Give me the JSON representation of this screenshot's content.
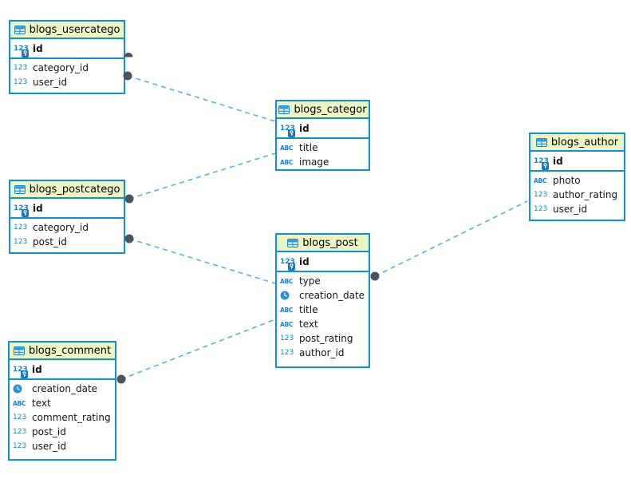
{
  "diagram": {
    "type": "entity-relationship-diagram",
    "colors": {
      "table_border": "#1191d3",
      "header_fill": "#ecf6c5",
      "relation_line": "#58b0e3",
      "relation_dot": "#4b545c",
      "icon_blue": "#1785c6",
      "text": "#141414"
    },
    "tables": [
      {
        "name": "blogs_usercatego",
        "header_icon": "table-icon",
        "columns": [
          {
            "label": "id",
            "icon": "number-key-icon",
            "primary_key": true
          },
          {
            "label": "category_id",
            "icon": "number-icon",
            "primary_key": false
          },
          {
            "label": "user_id",
            "icon": "number-icon",
            "primary_key": false
          }
        ]
      },
      {
        "name": "blogs_categor",
        "header_icon": "table-icon",
        "columns": [
          {
            "label": "id",
            "icon": "number-key-icon",
            "primary_key": true
          },
          {
            "label": "title",
            "icon": "text-icon",
            "primary_key": false
          },
          {
            "label": "image",
            "icon": "text-icon",
            "primary_key": false
          }
        ]
      },
      {
        "name": "blogs_author",
        "header_icon": "table-icon",
        "columns": [
          {
            "label": "id",
            "icon": "number-key-icon",
            "primary_key": true
          },
          {
            "label": "photo",
            "icon": "text-icon",
            "primary_key": false
          },
          {
            "label": "author_rating",
            "icon": "number-icon",
            "primary_key": false
          },
          {
            "label": "user_id",
            "icon": "number-icon",
            "primary_key": false
          }
        ]
      },
      {
        "name": "blogs_postcatego",
        "header_icon": "table-icon",
        "columns": [
          {
            "label": "id",
            "icon": "number-key-icon",
            "primary_key": true
          },
          {
            "label": "category_id",
            "icon": "number-icon",
            "primary_key": false
          },
          {
            "label": "post_id",
            "icon": "number-icon",
            "primary_key": false
          }
        ]
      },
      {
        "name": "blogs_post",
        "header_icon": "table-icon",
        "columns": [
          {
            "label": "id",
            "icon": "number-key-icon",
            "primary_key": true
          },
          {
            "label": "type",
            "icon": "text-icon",
            "primary_key": false
          },
          {
            "label": "creation_date",
            "icon": "datetime-icon",
            "primary_key": false
          },
          {
            "label": "title",
            "icon": "text-icon",
            "primary_key": false
          },
          {
            "label": "text",
            "icon": "text-icon",
            "primary_key": false
          },
          {
            "label": "post_rating",
            "icon": "number-icon",
            "primary_key": false
          },
          {
            "label": "author_id",
            "icon": "number-icon",
            "primary_key": false
          }
        ]
      },
      {
        "name": "blogs_comment",
        "header_icon": "table-icon",
        "columns": [
          {
            "label": "id",
            "icon": "number-key-icon",
            "primary_key": true
          },
          {
            "label": "creation_date",
            "icon": "datetime-icon",
            "primary_key": false
          },
          {
            "label": "text",
            "icon": "text-icon",
            "primary_key": false
          },
          {
            "label": "comment_rating",
            "icon": "number-icon",
            "primary_key": false
          },
          {
            "label": "post_id",
            "icon": "number-icon",
            "primary_key": false
          },
          {
            "label": "user_id",
            "icon": "number-icon",
            "primary_key": false
          }
        ]
      }
    ],
    "connections": [
      {
        "from": "blogs_usercatego",
        "to": "blogs_categor",
        "style": "dashed"
      },
      {
        "from": "blogs_postcatego",
        "to": "blogs_categor",
        "style": "dashed"
      },
      {
        "from": "blogs_postcatego",
        "to": "blogs_post",
        "style": "dashed"
      },
      {
        "from": "blogs_comment",
        "to": "blogs_post",
        "style": "dashed"
      },
      {
        "from": "blogs_post",
        "to": "blogs_author",
        "style": "dashed"
      }
    ]
  }
}
